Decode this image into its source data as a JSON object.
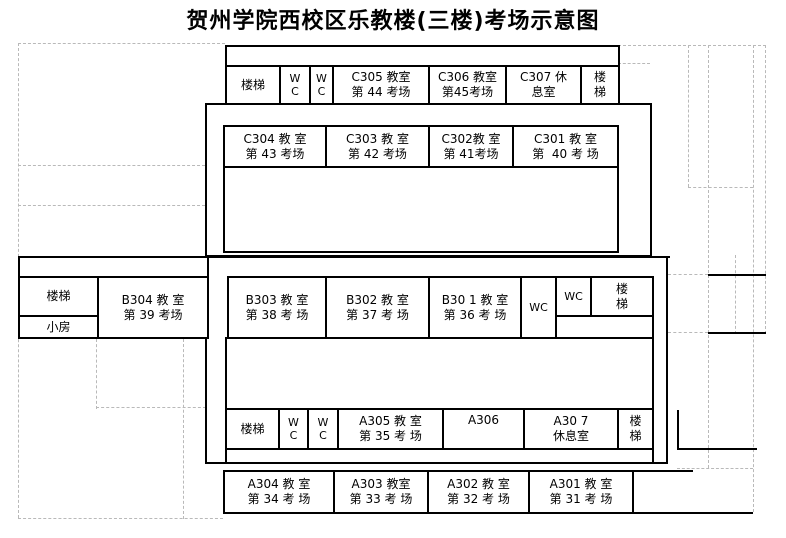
{
  "title": "贺州学院西校区乐教楼(三楼)考场示意图",
  "colors": {
    "wall": "#000000",
    "gridline": "#b9b9b9",
    "background": "#ffffff"
  },
  "rooms": {
    "north": [
      {
        "label": "楼梯"
      },
      {
        "label": "W\nC"
      },
      {
        "label": "W\nC"
      },
      {
        "label": "C305 教室\n第 44 考场"
      },
      {
        "label": "C306 教室\n第45考场"
      },
      {
        "label": "C307 休\n息室"
      },
      {
        "label": "楼\n梯"
      }
    ],
    "c_row": [
      {
        "label": "C304 教 室\n第 43 考场"
      },
      {
        "label": "C303 教 室\n第 42 考场"
      },
      {
        "label": "C302教 室\n第 41考场"
      },
      {
        "label": "C301 教 室\n第  40 考 场"
      }
    ],
    "west": [
      {
        "label": "楼梯"
      },
      {
        "label": "小房"
      },
      {
        "label": "B304 教 室\n第 39 考场"
      }
    ],
    "b_row": [
      {
        "label": "B303 教 室\n第 38 考 场"
      },
      {
        "label": "B302 教 室\n第 37 考 场"
      },
      {
        "label": "B30 1 教 室\n第 36 考 场"
      },
      {
        "label": "WC"
      },
      {
        "label": "WC"
      },
      {
        "label": "楼\n梯"
      }
    ],
    "a_row": [
      {
        "label": "楼梯"
      },
      {
        "label": "W\nC"
      },
      {
        "label": "W\nC"
      },
      {
        "label": "A305 教 室\n第 35 考 场"
      },
      {
        "label": "A306"
      },
      {
        "label": "A30 7\n休息室"
      },
      {
        "label": "楼\n梯"
      }
    ],
    "south": [
      {
        "label": "A304 教 室\n第 34 考 场"
      },
      {
        "label": "A303 教室\n第 33 考 场"
      },
      {
        "label": "A302 教 室\n第 32 考 场"
      },
      {
        "label": "A301 教 室\n第 31 考 场"
      }
    ]
  }
}
